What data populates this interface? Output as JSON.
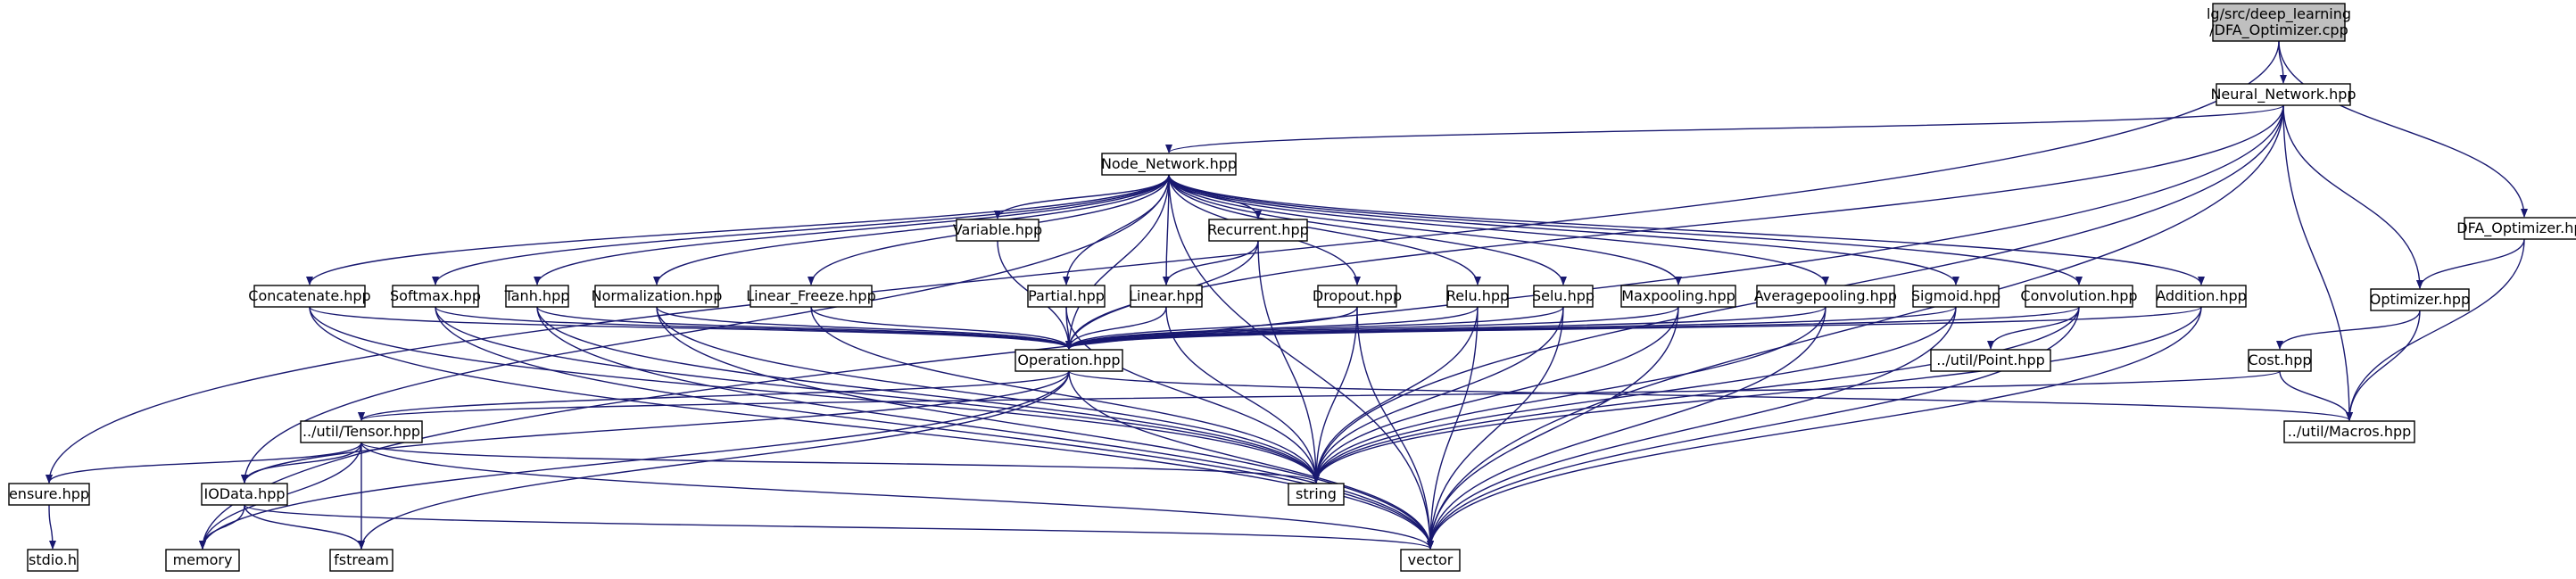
{
  "colors": {
    "edge": "#191970",
    "root_fill": "#bfbfbf",
    "node_fill": "#ffffff",
    "system_border": "#bfbfbf",
    "text": "#000000"
  },
  "nodes": [
    {
      "id": "root",
      "lines": [
        "lg/src/deep_learning",
        "/DFA_Optimizer.cpp"
      ],
      "kind": "root"
    },
    {
      "id": "neural_network",
      "lines": [
        "Neural_Network.hpp"
      ],
      "kind": "normal"
    },
    {
      "id": "node_network",
      "lines": [
        "Node_Network.hpp"
      ],
      "kind": "normal"
    },
    {
      "id": "dfa_optimizer",
      "lines": [
        "DFA_Optimizer.hpp"
      ],
      "kind": "normal"
    },
    {
      "id": "optimizer",
      "lines": [
        "Optimizer.hpp"
      ],
      "kind": "normal"
    },
    {
      "id": "cost",
      "lines": [
        "Cost.hpp"
      ],
      "kind": "normal"
    },
    {
      "id": "variable",
      "lines": [
        "Variable.hpp"
      ],
      "kind": "normal"
    },
    {
      "id": "recurrent",
      "lines": [
        "Recurrent.hpp"
      ],
      "kind": "normal"
    },
    {
      "id": "concatenate",
      "lines": [
        "Concatenate.hpp"
      ],
      "kind": "normal"
    },
    {
      "id": "softmax",
      "lines": [
        "Softmax.hpp"
      ],
      "kind": "normal"
    },
    {
      "id": "tanh",
      "lines": [
        "Tanh.hpp"
      ],
      "kind": "normal"
    },
    {
      "id": "normalization",
      "lines": [
        "Normalization.hpp"
      ],
      "kind": "normal"
    },
    {
      "id": "linear_freeze",
      "lines": [
        "Linear_Freeze.hpp"
      ],
      "kind": "normal"
    },
    {
      "id": "partial",
      "lines": [
        "Partial.hpp"
      ],
      "kind": "normal"
    },
    {
      "id": "linear",
      "lines": [
        "Linear.hpp"
      ],
      "kind": "normal"
    },
    {
      "id": "dropout",
      "lines": [
        "Dropout.hpp"
      ],
      "kind": "normal"
    },
    {
      "id": "relu",
      "lines": [
        "Relu.hpp"
      ],
      "kind": "normal"
    },
    {
      "id": "selu",
      "lines": [
        "Selu.hpp"
      ],
      "kind": "normal"
    },
    {
      "id": "maxpooling",
      "lines": [
        "Maxpooling.hpp"
      ],
      "kind": "normal"
    },
    {
      "id": "averagepooling",
      "lines": [
        "Averagepooling.hpp"
      ],
      "kind": "normal"
    },
    {
      "id": "sigmoid",
      "lines": [
        "Sigmoid.hpp"
      ],
      "kind": "normal"
    },
    {
      "id": "convolution",
      "lines": [
        "Convolution.hpp"
      ],
      "kind": "normal"
    },
    {
      "id": "addition",
      "lines": [
        "Addition.hpp"
      ],
      "kind": "normal"
    },
    {
      "id": "operation",
      "lines": [
        "Operation.hpp"
      ],
      "kind": "normal"
    },
    {
      "id": "point",
      "lines": [
        "../util/Point.hpp"
      ],
      "kind": "normal"
    },
    {
      "id": "tensor",
      "lines": [
        "../util/Tensor.hpp"
      ],
      "kind": "normal"
    },
    {
      "id": "macros",
      "lines": [
        "../util/Macros.hpp"
      ],
      "kind": "normal"
    },
    {
      "id": "ensure",
      "lines": [
        "ensure.hpp"
      ],
      "kind": "normal"
    },
    {
      "id": "iodata",
      "lines": [
        "IOData.hpp"
      ],
      "kind": "normal"
    },
    {
      "id": "string",
      "lines": [
        "string"
      ],
      "kind": "system"
    },
    {
      "id": "stdio",
      "lines": [
        "stdio.h"
      ],
      "kind": "system"
    },
    {
      "id": "memory",
      "lines": [
        "memory"
      ],
      "kind": "system"
    },
    {
      "id": "fstream",
      "lines": [
        "fstream"
      ],
      "kind": "system"
    },
    {
      "id": "vector",
      "lines": [
        "vector"
      ],
      "kind": "system"
    }
  ],
  "edges": [
    [
      "root",
      "neural_network"
    ],
    [
      "root",
      "dfa_optimizer"
    ],
    [
      "root",
      "ensure"
    ],
    [
      "neural_network",
      "node_network"
    ],
    [
      "neural_network",
      "optimizer"
    ],
    [
      "neural_network",
      "operation"
    ],
    [
      "neural_network",
      "macros"
    ],
    [
      "neural_network",
      "string"
    ],
    [
      "neural_network",
      "vector"
    ],
    [
      "neural_network",
      "memory"
    ],
    [
      "dfa_optimizer",
      "optimizer"
    ],
    [
      "dfa_optimizer",
      "macros"
    ],
    [
      "optimizer",
      "cost"
    ],
    [
      "optimizer",
      "macros"
    ],
    [
      "cost",
      "macros"
    ],
    [
      "cost",
      "tensor"
    ],
    [
      "node_network",
      "variable"
    ],
    [
      "node_network",
      "recurrent"
    ],
    [
      "node_network",
      "concatenate"
    ],
    [
      "node_network",
      "softmax"
    ],
    [
      "node_network",
      "tanh"
    ],
    [
      "node_network",
      "normalization"
    ],
    [
      "node_network",
      "linear_freeze"
    ],
    [
      "node_network",
      "partial"
    ],
    [
      "node_network",
      "linear"
    ],
    [
      "node_network",
      "dropout"
    ],
    [
      "node_network",
      "relu"
    ],
    [
      "node_network",
      "selu"
    ],
    [
      "node_network",
      "maxpooling"
    ],
    [
      "node_network",
      "averagepooling"
    ],
    [
      "node_network",
      "sigmoid"
    ],
    [
      "node_network",
      "convolution"
    ],
    [
      "node_network",
      "addition"
    ],
    [
      "node_network",
      "operation"
    ],
    [
      "node_network",
      "iodata"
    ],
    [
      "node_network",
      "vector"
    ],
    [
      "variable",
      "operation"
    ],
    [
      "recurrent",
      "linear"
    ],
    [
      "recurrent",
      "operation"
    ],
    [
      "recurrent",
      "string"
    ],
    [
      "concatenate",
      "operation"
    ],
    [
      "concatenate",
      "string"
    ],
    [
      "concatenate",
      "vector"
    ],
    [
      "softmax",
      "operation"
    ],
    [
      "softmax",
      "string"
    ],
    [
      "softmax",
      "vector"
    ],
    [
      "tanh",
      "operation"
    ],
    [
      "tanh",
      "string"
    ],
    [
      "tanh",
      "vector"
    ],
    [
      "normalization",
      "operation"
    ],
    [
      "normalization",
      "string"
    ],
    [
      "normalization",
      "vector"
    ],
    [
      "linear_freeze",
      "operation"
    ],
    [
      "linear_freeze",
      "string"
    ],
    [
      "partial",
      "operation"
    ],
    [
      "partial",
      "string"
    ],
    [
      "linear",
      "operation"
    ],
    [
      "linear",
      "string"
    ],
    [
      "dropout",
      "operation"
    ],
    [
      "dropout",
      "string"
    ],
    [
      "dropout",
      "vector"
    ],
    [
      "relu",
      "operation"
    ],
    [
      "relu",
      "string"
    ],
    [
      "relu",
      "vector"
    ],
    [
      "selu",
      "operation"
    ],
    [
      "selu",
      "string"
    ],
    [
      "selu",
      "vector"
    ],
    [
      "maxpooling",
      "operation"
    ],
    [
      "maxpooling",
      "string"
    ],
    [
      "maxpooling",
      "vector"
    ],
    [
      "averagepooling",
      "operation"
    ],
    [
      "averagepooling",
      "string"
    ],
    [
      "averagepooling",
      "vector"
    ],
    [
      "sigmoid",
      "operation"
    ],
    [
      "sigmoid",
      "string"
    ],
    [
      "sigmoid",
      "vector"
    ],
    [
      "convolution",
      "operation"
    ],
    [
      "convolution",
      "point"
    ],
    [
      "convolution",
      "string"
    ],
    [
      "convolution",
      "vector"
    ],
    [
      "addition",
      "operation"
    ],
    [
      "addition",
      "string"
    ],
    [
      "addition",
      "vector"
    ],
    [
      "operation",
      "tensor"
    ],
    [
      "operation",
      "macros"
    ],
    [
      "operation",
      "iodata"
    ],
    [
      "operation",
      "vector"
    ],
    [
      "operation",
      "fstream"
    ],
    [
      "operation",
      "memory"
    ],
    [
      "tensor",
      "ensure"
    ],
    [
      "tensor",
      "iodata"
    ],
    [
      "tensor",
      "string"
    ],
    [
      "tensor",
      "memory"
    ],
    [
      "tensor",
      "fstream"
    ],
    [
      "tensor",
      "vector"
    ],
    [
      "ensure",
      "stdio"
    ],
    [
      "iodata",
      "memory"
    ],
    [
      "iodata",
      "fstream"
    ],
    [
      "iodata",
      "vector"
    ]
  ]
}
